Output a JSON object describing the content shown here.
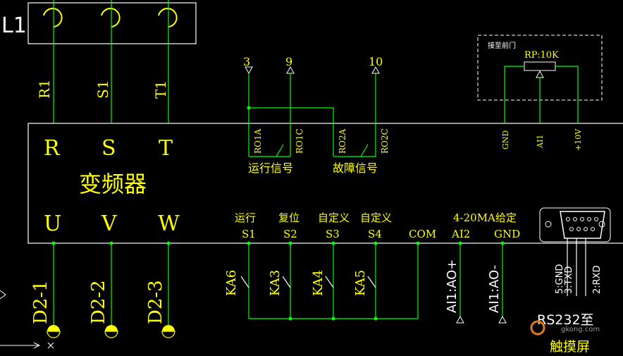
{
  "colors": {
    "background": "#000000",
    "wire": "#00ff00",
    "label": "#ffff00",
    "frame": "#ffffff",
    "terminal": "#ffff00"
  },
  "breaker": {
    "label": "L1"
  },
  "inputs": {
    "r_wire": "R1",
    "s_wire": "S1",
    "t_wire": "T1"
  },
  "relay_terminals": {
    "t3": "3",
    "t9": "9",
    "t10": "10",
    "ro1a": "RO1A",
    "ro1c": "RO1C",
    "ro2a": "RO2A",
    "ro2c": "RO2C"
  },
  "signals": {
    "run": "运行信号",
    "fault": "故障信号"
  },
  "vfd": {
    "title": "变频器",
    "r": "R",
    "s": "S",
    "t": "T",
    "u": "U",
    "v": "V",
    "w": "W"
  },
  "outputs": {
    "d1": "D2-1",
    "d2": "D2-2",
    "d3": "D2-3"
  },
  "digital_inputs": {
    "run_label": "运行",
    "reset_label": "复位",
    "custom1_label": "自定义",
    "custom2_label": "自定义",
    "s1": "S1",
    "s2": "S2",
    "s3": "S3",
    "s4": "S4",
    "com": "COM"
  },
  "relays": {
    "ka6": "KA6",
    "ka3": "KA3",
    "ka4": "KA4",
    "ka5": "KA5"
  },
  "analog": {
    "title": "4-20MA给定",
    "ai2": "AI2",
    "gnd": "GND",
    "ao_pos": "AI1:AO+",
    "ao_neg": "AI1:AO-"
  },
  "pot": {
    "caption": "接至前门",
    "rating": "RP:10K",
    "gnd": "GND",
    "ai1": "AI1",
    "ref": "+10V"
  },
  "serial": {
    "gnd": "5:GND",
    "txd": "3:TXD",
    "rxd": "2:RXD",
    "title_line1": "RS232至",
    "title_line2": "触摸屏"
  },
  "watermark": {
    "text": "gkong.com"
  }
}
